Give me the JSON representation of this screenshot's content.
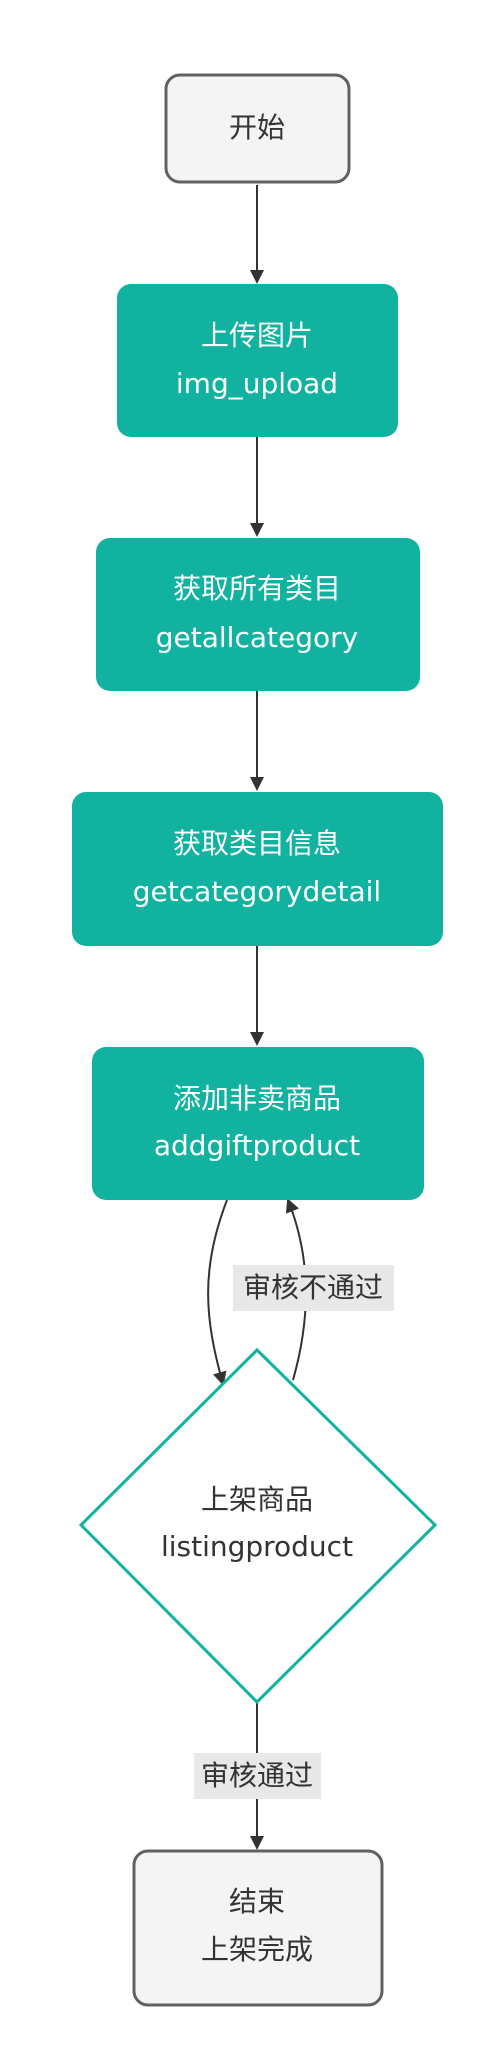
{
  "colors": {
    "process_fill": "#11b3a0",
    "terminal_fill": "#f4f4f4",
    "terminal_stroke": "#616161",
    "decision_stroke": "#11b3a0",
    "edge": "#333333",
    "edge_label_bg": "#e8e8e8"
  },
  "nodes": {
    "start": {
      "line1": "开始"
    },
    "upload": {
      "line1": "上传图片",
      "line2": "img_upload"
    },
    "all_category": {
      "line1": "获取所有类目",
      "line2": "getallcategory"
    },
    "category_detail": {
      "line1": "获取类目信息",
      "line2": "getcategorydetail"
    },
    "add_gift": {
      "line1": "添加非卖商品",
      "line2": "addgiftproduct"
    },
    "listing": {
      "line1": "上架商品",
      "line2": "listingproduct"
    },
    "end": {
      "line1": "结束",
      "line2": "上架完成"
    }
  },
  "edges": {
    "rejected_label": "审核不通过",
    "approved_label": "审核通过"
  }
}
